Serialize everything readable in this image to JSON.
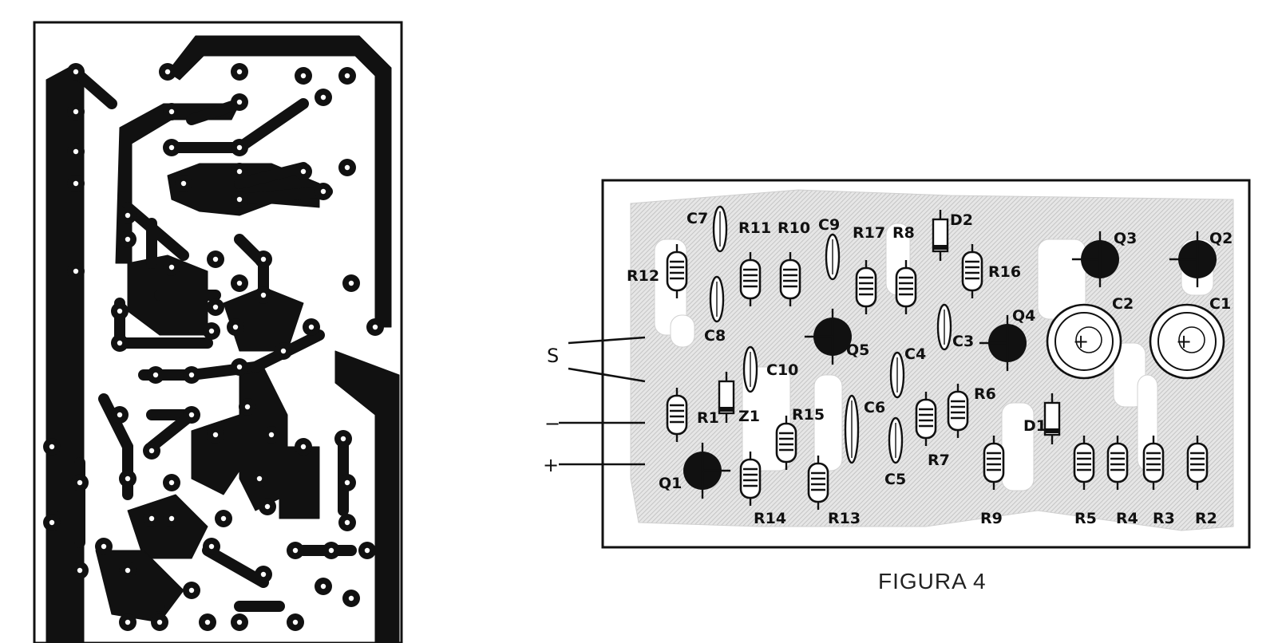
{
  "caption": "FIGURA 4",
  "terminals": [
    "S",
    "−",
    "+"
  ],
  "components": {
    "resistors": [
      "R1",
      "R2",
      "R3",
      "R4",
      "R5",
      "R6",
      "R7",
      "R8",
      "R9",
      "R10",
      "R11",
      "R12",
      "R13",
      "R14",
      "R15",
      "R16",
      "R17"
    ],
    "capacitors": [
      "C3",
      "C4",
      "C5",
      "C6",
      "C7",
      "C8",
      "C9",
      "C10"
    ],
    "electrolytics": [
      "C1",
      "C2"
    ],
    "electrolytic_polarity": "+",
    "transistors": [
      "Q1",
      "Q2",
      "Q3",
      "Q4",
      "Q5"
    ],
    "diodes": [
      "D1",
      "D2"
    ],
    "zener": [
      "Z1"
    ]
  },
  "colors": {
    "ink": "#111111",
    "paper": "#ffffff",
    "copper_shade": "#d6d6d6"
  }
}
